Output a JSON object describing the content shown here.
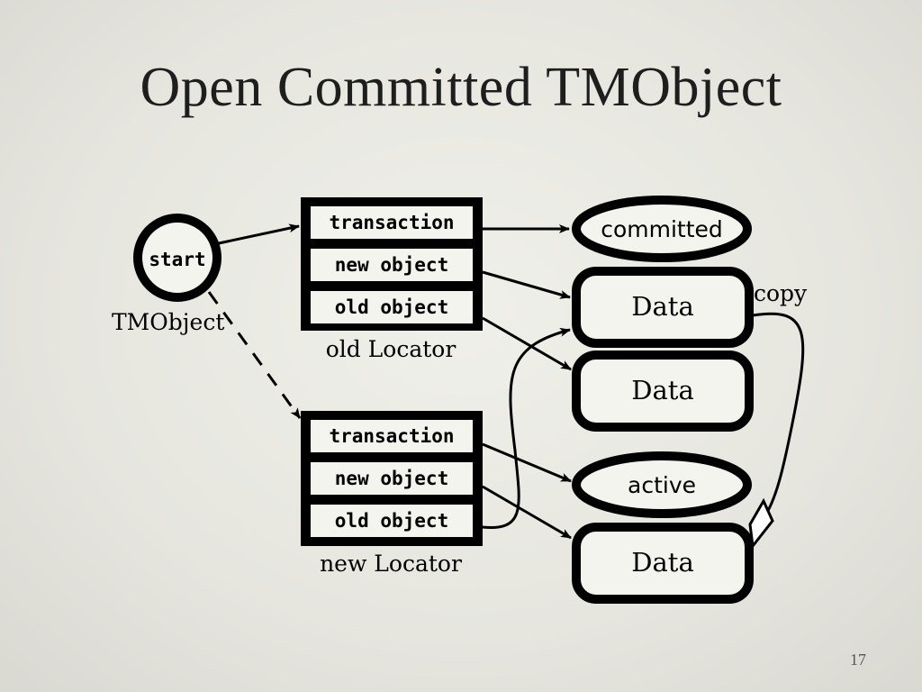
{
  "title": "Open Committed TMObject",
  "page_number": "17",
  "tmobject": {
    "node_label": "start",
    "caption": "TMObject"
  },
  "old_locator": {
    "fields": [
      "transaction",
      "new object",
      "old object"
    ],
    "caption": "old Locator"
  },
  "new_locator": {
    "fields": [
      "transaction",
      "new object",
      "old object"
    ],
    "caption": "new Locator"
  },
  "status_nodes": {
    "committed": "committed",
    "active": "active"
  },
  "data_nodes": [
    "Data",
    "Data",
    "Data"
  ],
  "copy_label": "copy"
}
